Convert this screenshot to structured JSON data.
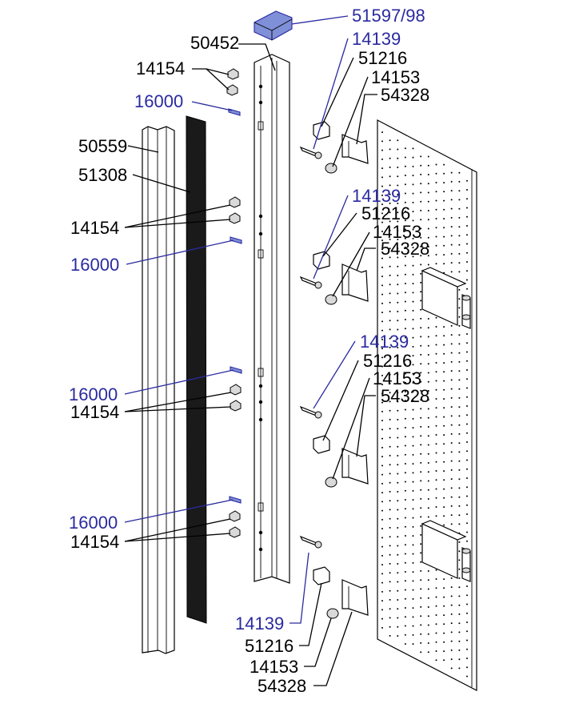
{
  "parts": {
    "cap": "51597/98",
    "profile": "50452",
    "cover": "50559",
    "brush": "51308",
    "screw_14154": "14154",
    "pin_16000": "16000",
    "pin_14139": "14139",
    "clip_51216": "51216",
    "cap_14153": "14153",
    "hinge_54328": "54328"
  },
  "colors": {
    "blue_label": "#2a2aa0",
    "black_label": "#000000",
    "brush_fill": "#1a1a1a"
  }
}
